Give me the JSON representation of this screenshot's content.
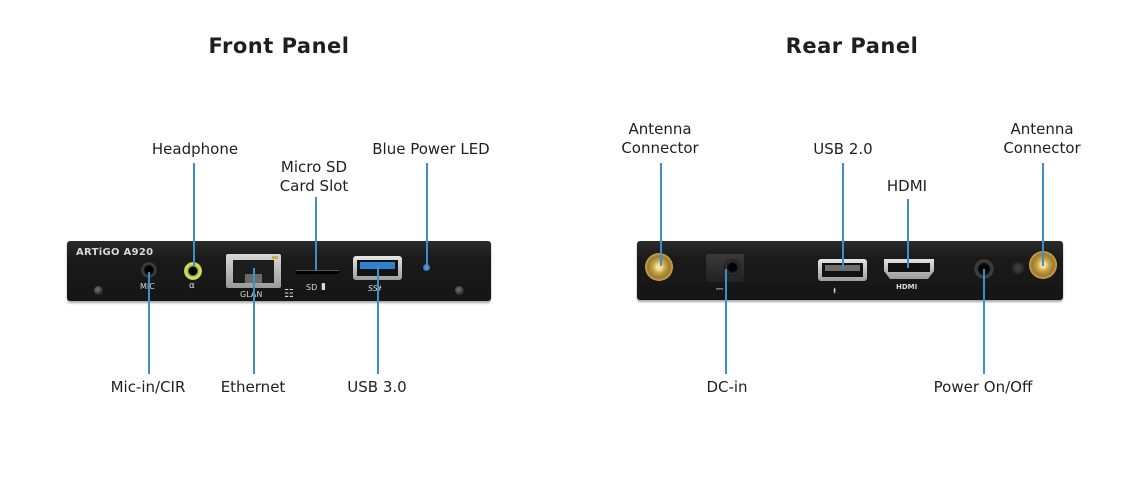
{
  "front": {
    "title": "Front Panel",
    "brand": "ARTiGO A920",
    "port_labels": {
      "mic": "MIC",
      "glan": "GLAN",
      "sd": "SD"
    },
    "callouts": {
      "headphone": "Headphone",
      "micro_sd": "Micro SD\nCard Slot",
      "blue_led": "Blue Power LED",
      "mic_in": "Mic-in/CIR",
      "ethernet": "Ethernet",
      "usb3": "USB 3.0"
    }
  },
  "rear": {
    "title": "Rear Panel",
    "port_labels": {
      "hdmi": "HDMI"
    },
    "callouts": {
      "antenna_left": "Antenna\nConnector",
      "usb2": "USB 2.0",
      "hdmi": "HDMI",
      "antenna_right": "Antenna\nConnector",
      "dc_in": "DC-in",
      "power": "Power On/Off"
    }
  },
  "colors": {
    "leader": "#3e8fc9",
    "usb3_blue": "#2f7fd0",
    "panel": "#1c1c1c"
  }
}
